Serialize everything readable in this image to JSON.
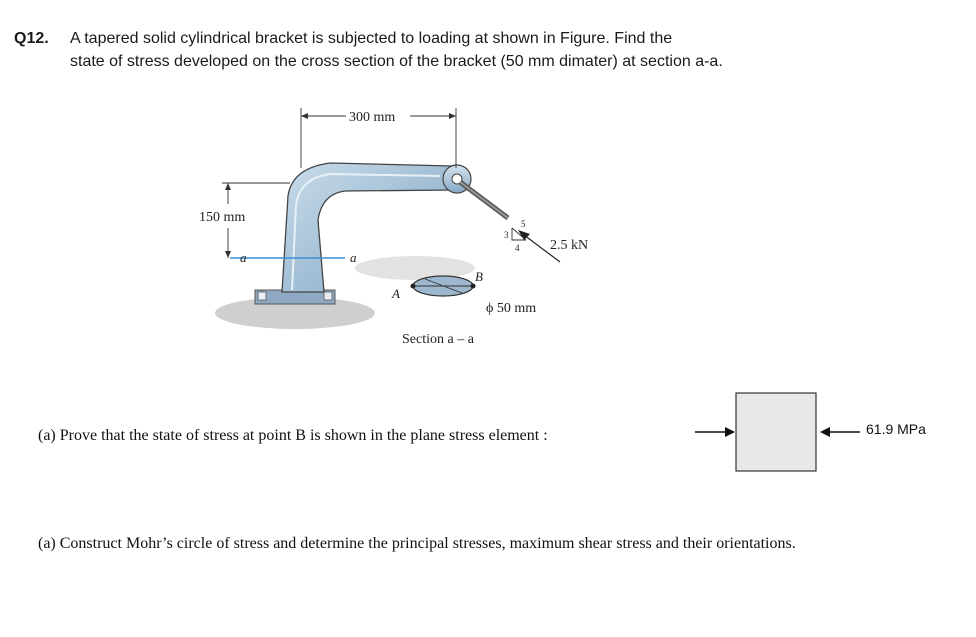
{
  "question": {
    "number": "Q12.",
    "line1": "A tapered solid  cylindrical bracket is subjected to loading at shown in Figure.  Find the",
    "line2": "state of stress developed on the cross section of the bracket (50 mm dimater) at section a-a."
  },
  "figure": {
    "dim_horizontal": "300 mm",
    "dim_vertical": "150 mm",
    "section_marker": "a",
    "slope_3": "3",
    "slope_4": "4",
    "slope_5": "5",
    "load": "2.5 kN",
    "point_a": "A",
    "point_b": "B",
    "diameter": "ϕ 50 mm",
    "section_caption": "Section a – a"
  },
  "parts": {
    "a": "(a)  Prove that the state of stress at point B is shown in the plane stress element  :",
    "b": "(a)  Construct  Mohr’s  circle  of  stress  and  determine  the  principal  stresses,  maximum  shear  stress  and  their orientations."
  },
  "stress_element": {
    "value": "61.9 MPa"
  }
}
